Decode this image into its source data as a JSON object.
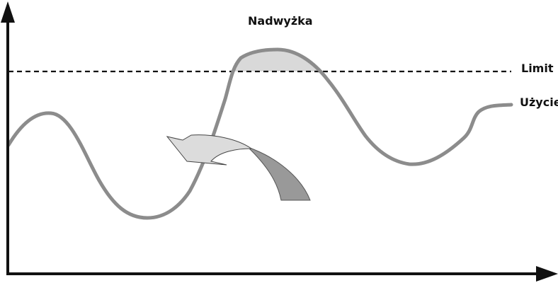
{
  "labels": {
    "surplus": "Nadwyżka",
    "limit": "Limit",
    "usage": "Użycie"
  },
  "colors": {
    "axis": "#111111",
    "usage_curve": "#8c8c8c",
    "limit_line": "#111111",
    "surplus_fill": "#d9d9d9",
    "arrow_light": "#dcdcdc",
    "arrow_dark": "#999999"
  },
  "icons": {
    "shift_arrow": "curved-arrow-left"
  }
}
